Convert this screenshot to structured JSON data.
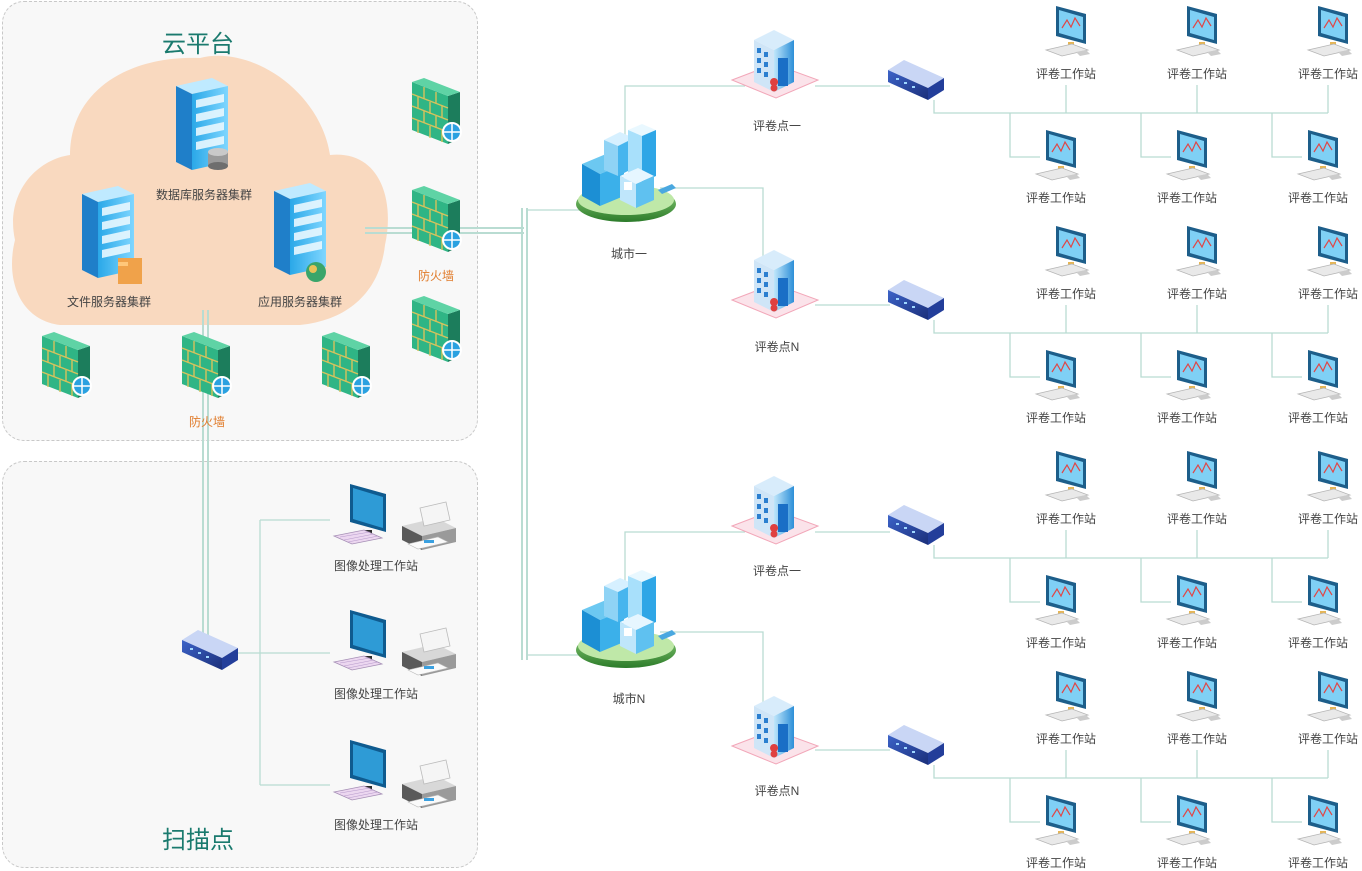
{
  "cloud": {
    "title": "云平台",
    "db_label": "数据库服务器集群",
    "file_label": "文件服务器集群",
    "app_label": "应用服务器集群",
    "firewall_label": "防火墙"
  },
  "scan": {
    "title": "扫描点",
    "station_label": "图像处理工作站"
  },
  "cities": [
    {
      "label": "城市一",
      "sites": [
        {
          "label": "评卷点一"
        },
        {
          "label": "评卷点N"
        }
      ]
    },
    {
      "label": "城市N",
      "sites": [
        {
          "label": "评卷点一"
        },
        {
          "label": "评卷点N"
        }
      ]
    }
  ],
  "workstation_label": "评卷工作站",
  "colors": {
    "accent": "#1a7a6e",
    "firewall": "#e07b2a",
    "line": "#b9dcd2",
    "cloud": "#f9d9bf"
  }
}
